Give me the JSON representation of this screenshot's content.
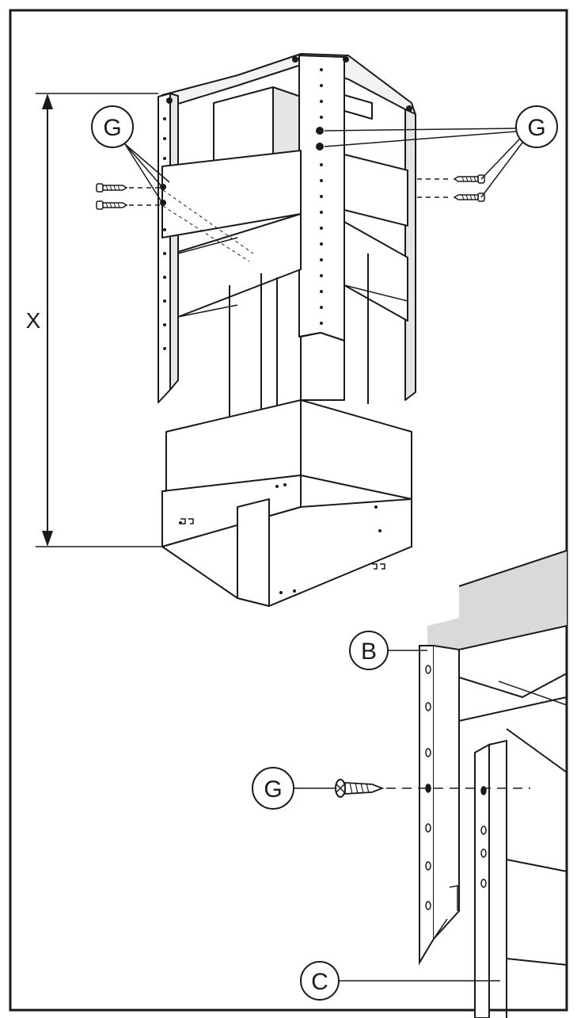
{
  "dimension": {
    "label": "X"
  },
  "callouts": {
    "g_top_left": "G",
    "g_top_right": "G",
    "g_detail": "G",
    "b": "B",
    "c": "C"
  },
  "colors": {
    "line": "#1a1a1a",
    "panel_shade": "#d9d9d9",
    "panel_light": "#f2f2f2",
    "background": "#ffffff"
  }
}
